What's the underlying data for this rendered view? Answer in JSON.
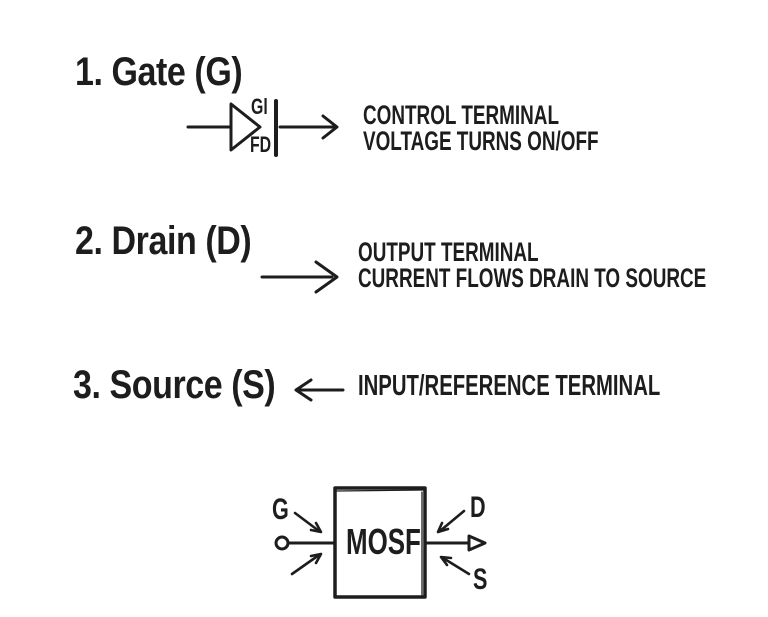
{
  "colors": {
    "background": "#ffffff",
    "ink": "#1d1d1d"
  },
  "sections": [
    {
      "heading": "1. Gate (G)",
      "symbol": {
        "top_label": "Gl",
        "bottom_label": "FD"
      },
      "desc": [
        "CONTROL TERMINAL",
        "VOLTAGE TURNS ON/OFF"
      ]
    },
    {
      "heading": "2. Drain (D)",
      "desc": [
        "OUTPUT TERMINAL",
        "CURRENT FLOWS DRAIN TO SOURCE"
      ]
    },
    {
      "heading": "3. Source (S)",
      "desc": [
        "INPUT/REFERENCE TERMINAL"
      ]
    }
  ],
  "diagram": {
    "box_label": "MOSF",
    "gate_label": "G",
    "drain_label": "D",
    "source_label": "S"
  }
}
